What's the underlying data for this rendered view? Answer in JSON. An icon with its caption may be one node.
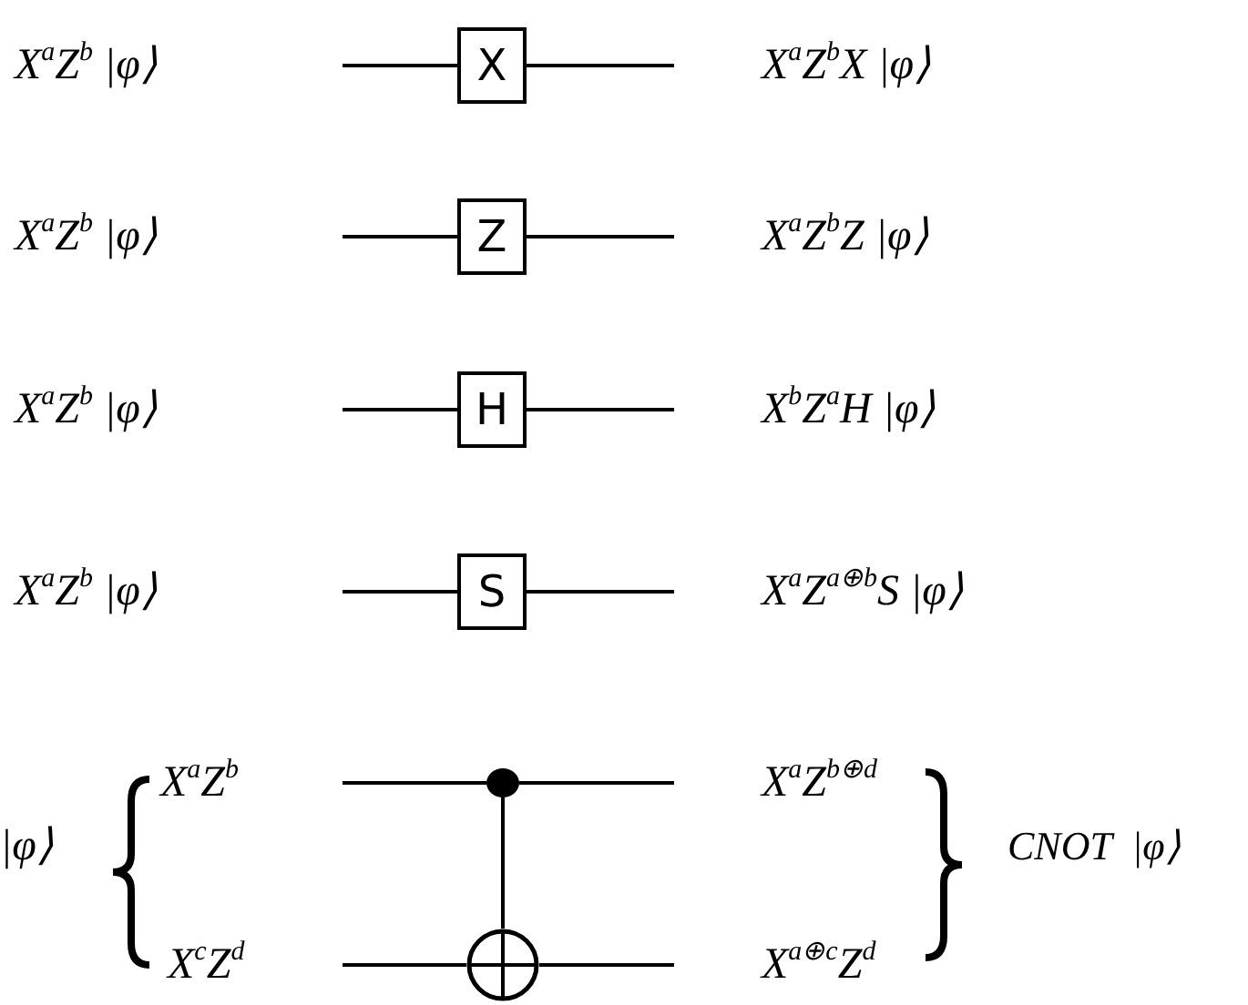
{
  "diagram": {
    "nodes": [
      {
        "text": [
          "X"
        ]
      },
      {
        "text": [
          "Z"
        ]
      },
      {
        "text": [
          "H"
        ]
      },
      {
        "text": [
          "S"
        ]
      },
      {
        "text": [],
        "shape": "circle"
      },
      {
        "text": [],
        "shape": "circle"
      }
    ],
    "edges": [
      {
        "from": null,
        "to": 0,
        "arrow": "none"
      },
      {
        "from": 0,
        "to": null,
        "arrow": "none"
      },
      {
        "from": null,
        "to": 1,
        "arrow": "none"
      },
      {
        "from": 1,
        "to": null,
        "arrow": "none"
      },
      {
        "from": null,
        "to": 2,
        "arrow": "none"
      },
      {
        "from": 2,
        "to": null,
        "arrow": "none"
      },
      {
        "from": null,
        "to": 3,
        "arrow": "none"
      },
      {
        "from": 3,
        "to": null,
        "arrow": "none"
      },
      {
        "from": null,
        "to": 4,
        "arrow": "none"
      },
      {
        "from": 4,
        "to": null,
        "arrow": "none"
      },
      {
        "from": null,
        "to": 5,
        "arrow": "none"
      },
      {
        "from": 5,
        "to": null,
        "arrow": "none"
      },
      {
        "from": 4,
        "to": 5,
        "arrow": "none"
      }
    ],
    "labels": [
      "X$^{a}$Z$^{b}$ |φ⟩",
      "X$^{a}$Z$^{b}$X |φ⟩",
      "X$^{a}$Z$^{b}$ |φ⟩",
      "X$^{a}$Z$^{b}$Z |φ⟩",
      "X$^{a}$Z$^{b}$ |φ⟩",
      "X$^{b}$Z$^{a}$H |φ⟩",
      "X$^{a}$Z$^{b}$ |φ⟩",
      "X$^{a}$Z$^{a⊕b}$S |φ⟩",
      "|φ⟩",
      "X$^{a}$Z$^{b}$",
      "X$^{a}$Z$^{b⊕d}$",
      "CNOT  |φ⟩",
      "X$^{c}$Z$^{d}$",
      "X$^{a⊕c}$Z$^{d}$"
    ]
  }
}
